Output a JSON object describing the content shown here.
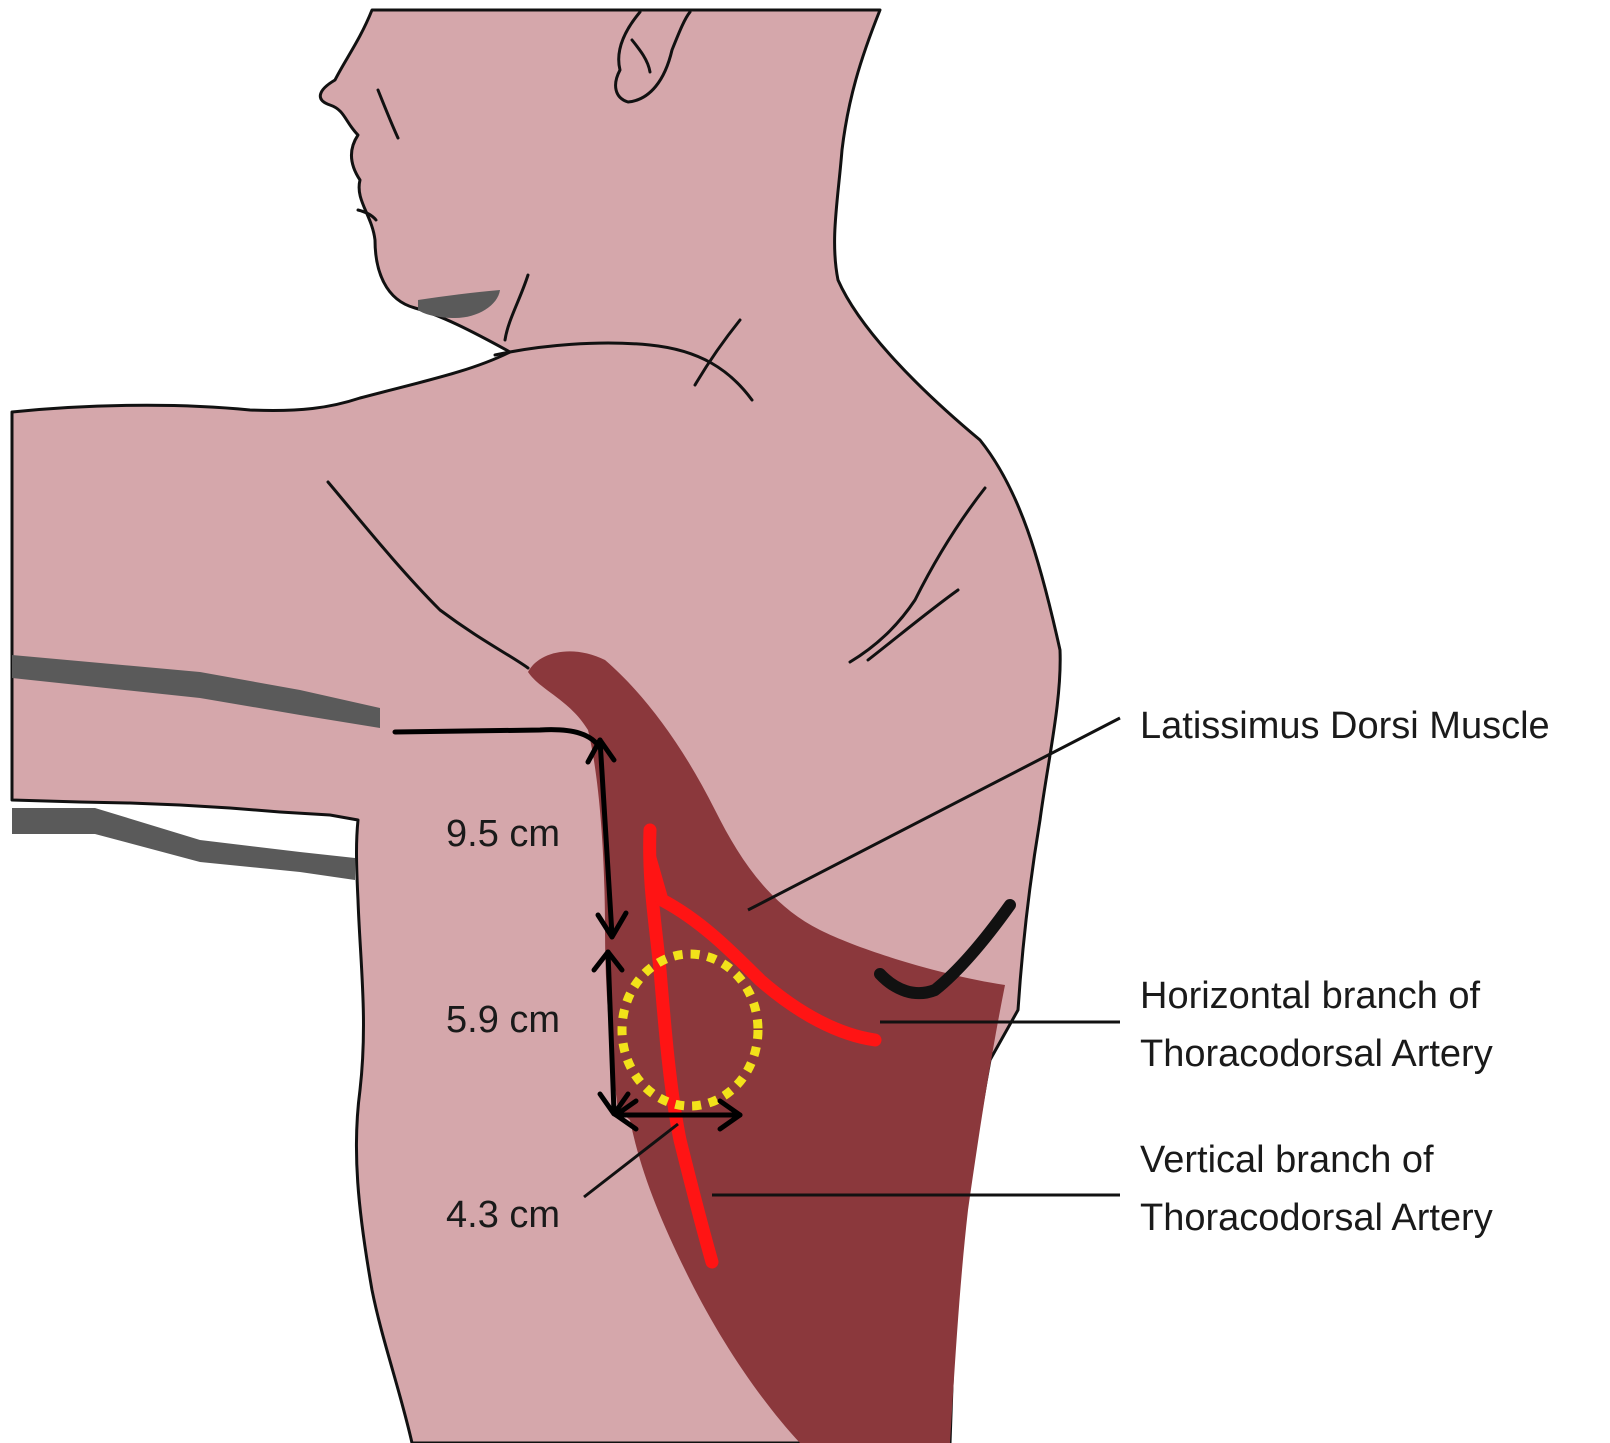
{
  "colors": {
    "skin": "#d5a7ab",
    "muscle": "#8b383c",
    "artery": "#ff1414",
    "outline": "#111111",
    "shadow": "#5a5a5a",
    "flap_marker": "#f2e21a"
  },
  "measurements": [
    {
      "id": "vertical_upper",
      "label": "9.5 cm"
    },
    {
      "id": "vertical_lower",
      "label": "5.9 cm"
    },
    {
      "id": "horizontal",
      "label": "4.3 cm"
    }
  ],
  "callouts": {
    "muscle": {
      "lines": [
        "Latissimus Dorsi Muscle"
      ]
    },
    "horizontal_branch": {
      "lines": [
        "Horizontal branch of",
        "Thoracodorsal Artery"
      ]
    },
    "vertical_branch": {
      "lines": [
        "Vertical branch of",
        "Thoracodorsal Artery"
      ]
    }
  }
}
